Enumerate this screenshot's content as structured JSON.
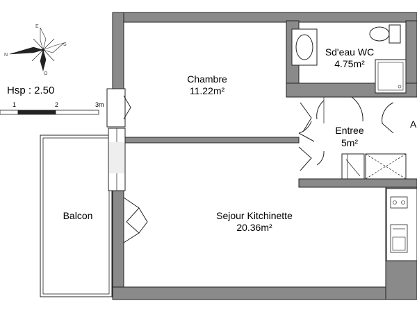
{
  "plan": {
    "compass": {
      "n": "N",
      "e": "E",
      "s": "S",
      "o": "O"
    },
    "height_label": "Hsp : 2.50",
    "scale_ticks": [
      "1",
      "2",
      "3m"
    ],
    "rooms": {
      "chambre": {
        "name": "Chambre",
        "area": "11.22m²"
      },
      "sdeau": {
        "name": "Sd'eau WC",
        "area": "4.75m²"
      },
      "entree": {
        "name": "Entree",
        "area": "5m²"
      },
      "sejour": {
        "name": "Sejour Kitchinette",
        "area": "20.36m²"
      },
      "balcon": {
        "name": "Balcon"
      },
      "cut_label": "A"
    },
    "colors": {
      "wall": "#8a8a8a",
      "line": "#222222",
      "background": "#ffffff"
    }
  }
}
